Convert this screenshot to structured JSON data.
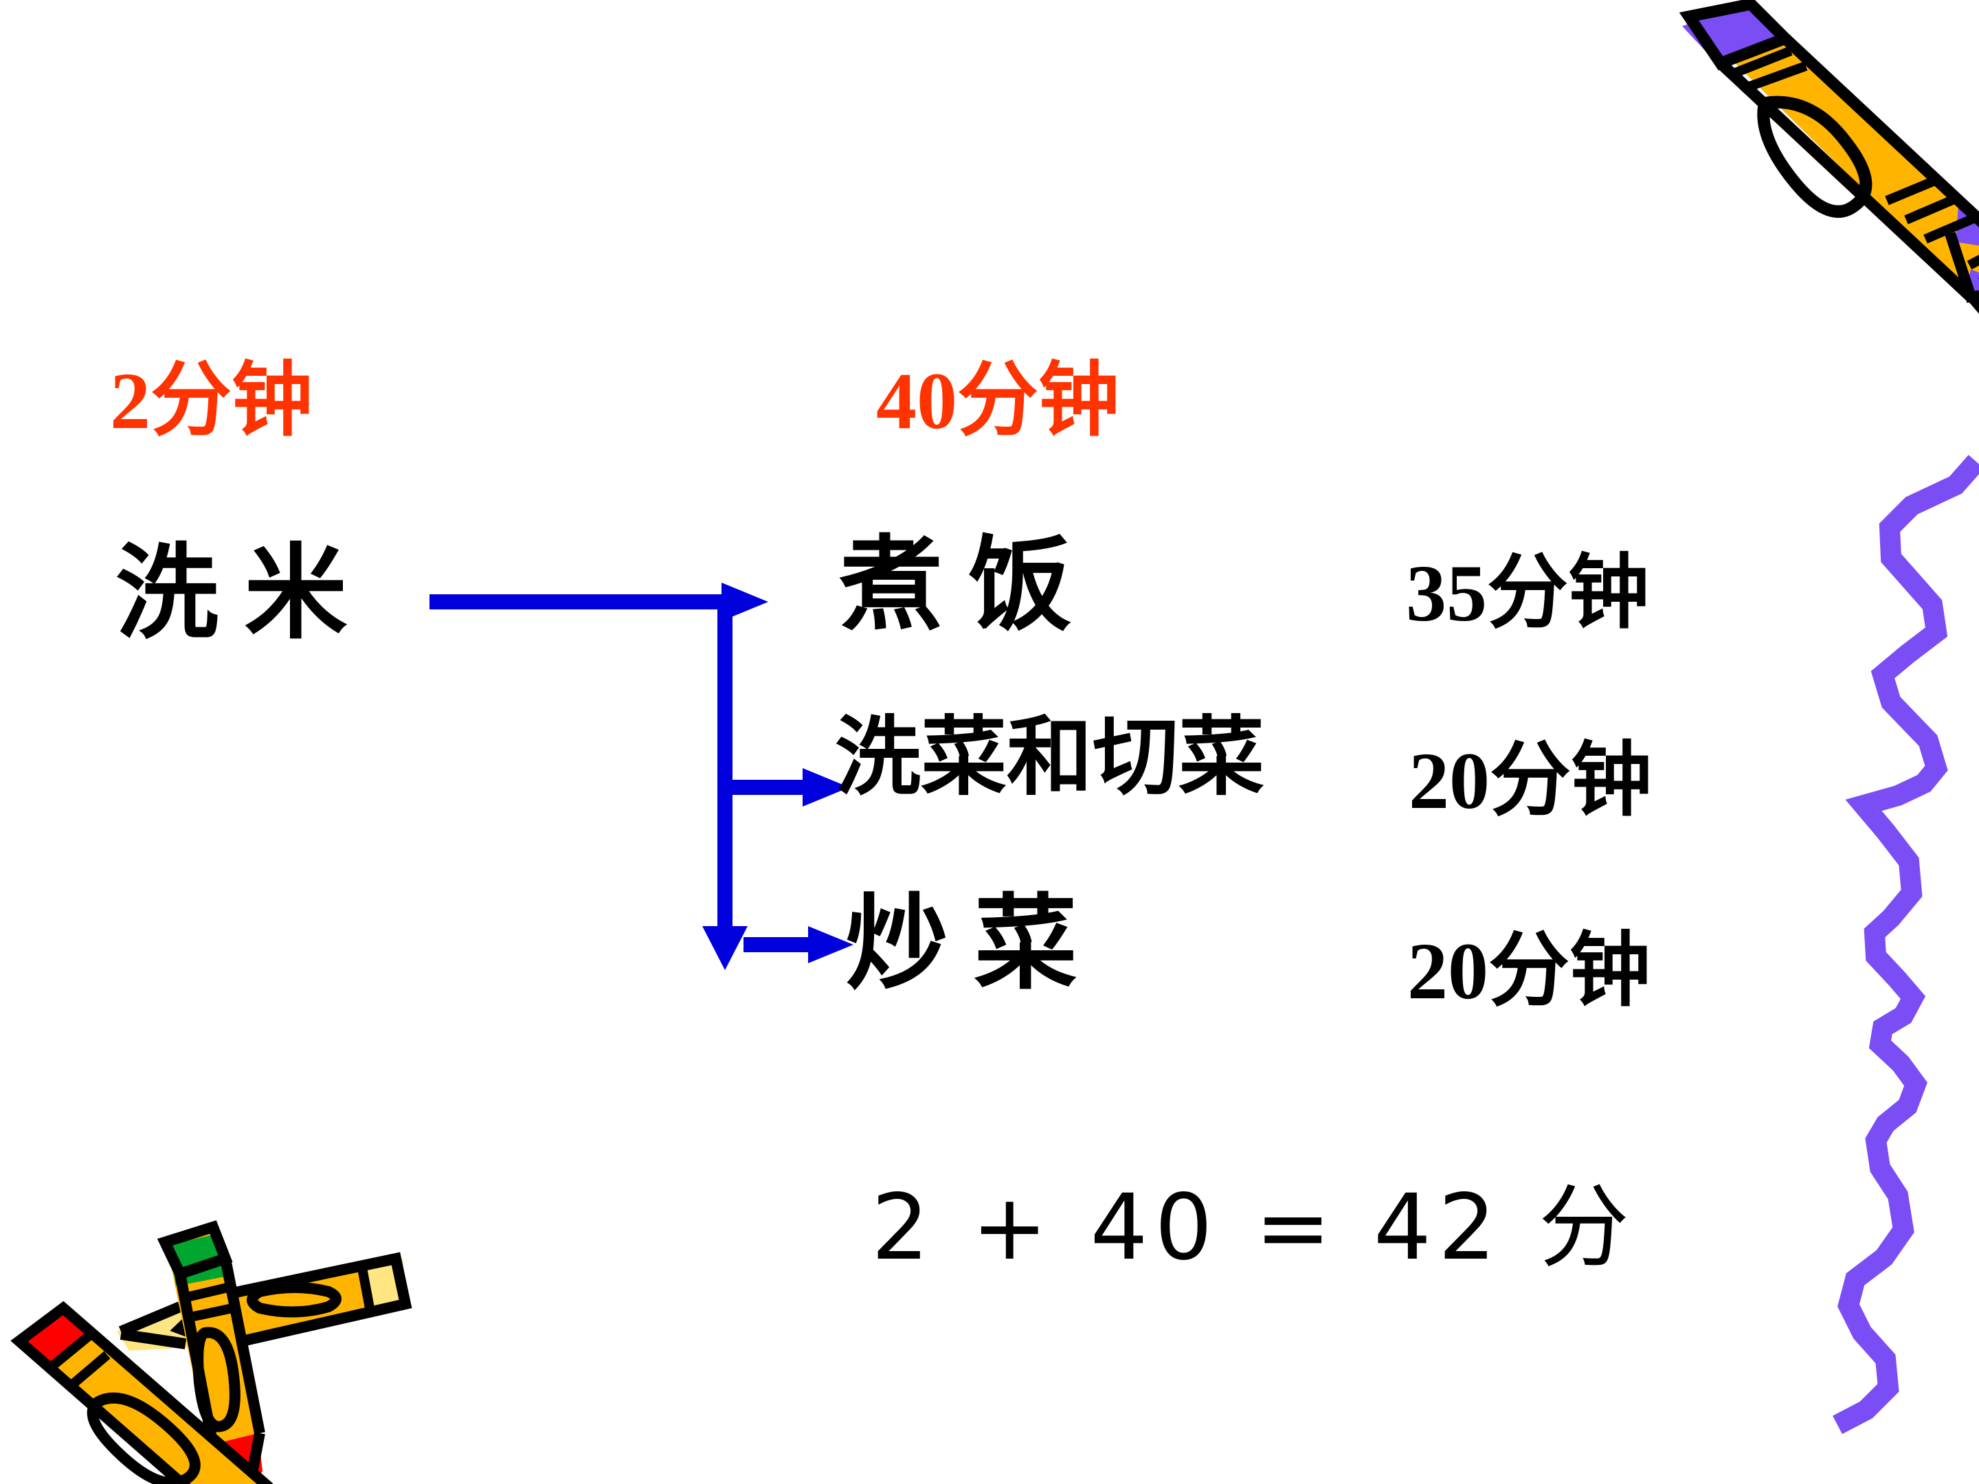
{
  "slide": {
    "background_color": "#FFFFFF",
    "accent_red": "#FF3300",
    "arrow_blue": "#0000DD",
    "crayon_yellow": "#FFB400",
    "crayon_purple": "#7A4DF5",
    "crayon_green": "#00A62E",
    "crayon_red": "#FF0000",
    "crayon_outline": "#000000"
  },
  "headers": {
    "left_time": "2分钟",
    "right_time": "40分钟"
  },
  "tasks": {
    "source": {
      "label": "洗 米",
      "duration": "2分钟"
    },
    "branches": [
      {
        "label": "煮 饭",
        "duration": "35分钟"
      },
      {
        "label": "洗菜和切菜",
        "duration": "20分钟"
      },
      {
        "label": "炒 菜",
        "duration": "20分钟"
      }
    ]
  },
  "equation": {
    "text": "2 + 40 = 42 分",
    "left_operand": "2",
    "operator": "+",
    "right_operand": "40",
    "equals": "=",
    "result": "42",
    "unit": "分"
  },
  "decorations": {
    "top_right_crayon": "crayon-purple-icon",
    "squiggle": "purple-squiggle-icon",
    "bottom_left_crayons": "crayon-bundle-icon"
  }
}
